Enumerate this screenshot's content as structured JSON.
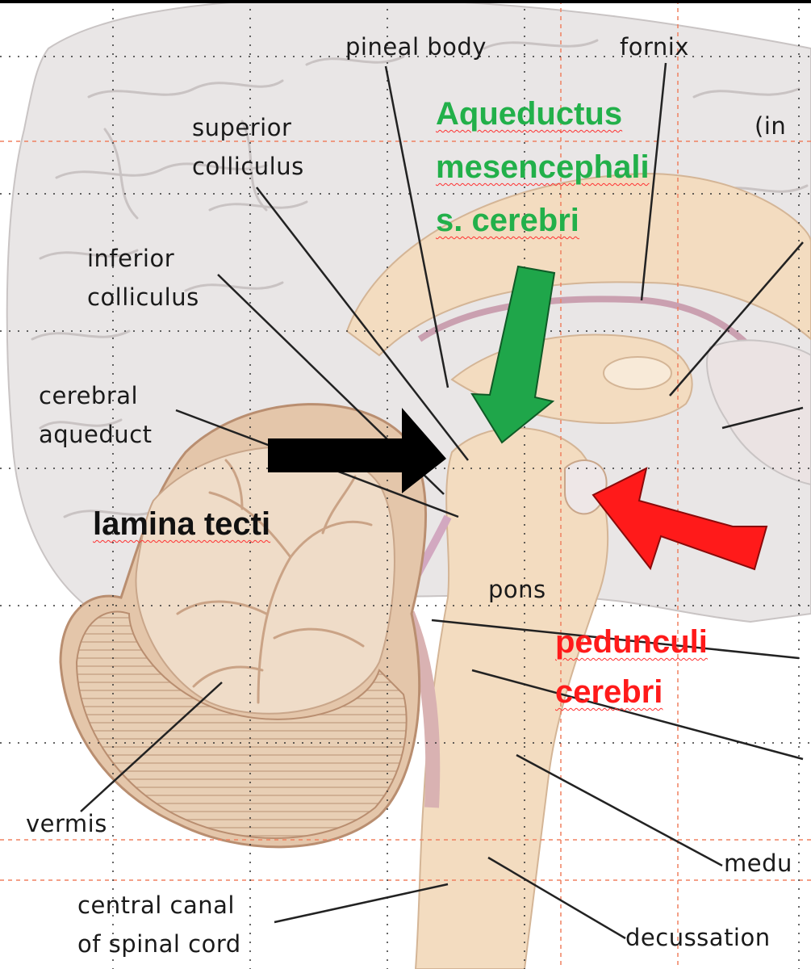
{
  "labels": {
    "pineal_body": "pineal body",
    "fornix": "fornix",
    "in_partial": "(in",
    "superior_colliculus_1": "superior",
    "superior_colliculus_2": "colliculus",
    "inferior_colliculus_1": "inferior",
    "inferior_colliculus_2": "colliculus",
    "cerebral_aqueduct_1": "cerebral",
    "cerebral_aqueduct_2": "aqueduct",
    "pons": "pons",
    "vermis": "vermis",
    "medu_partial": "medu",
    "central_canal_1": "central canal",
    "central_canal_2": "of spinal cord",
    "decussation": "decussation"
  },
  "annotations": {
    "aqueductus_1": "Aqueductus",
    "aqueductus_2": "mesencephali",
    "aqueductus_3": "s. cerebri",
    "lamina_tecti": "lamina tecti",
    "pedunculi_1": "pedunculi",
    "pedunculi_2": "cerebri"
  },
  "colors": {
    "green_arrow": "#1fa64a",
    "red_arrow": "#ff1a1a",
    "black_arrow": "#000000",
    "grid_line": "#f08060",
    "cerebrum": "#e9e6e6",
    "brainstem": "#f3dcc0"
  }
}
